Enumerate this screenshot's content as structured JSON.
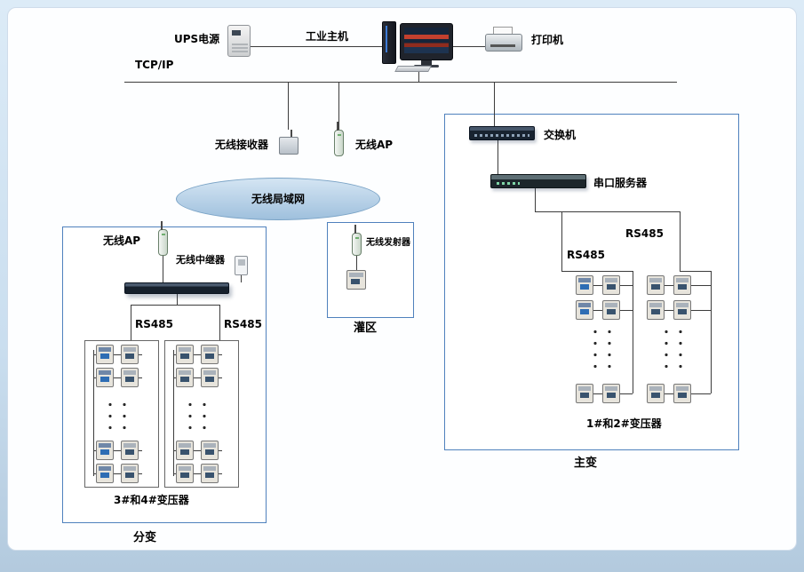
{
  "colors": {
    "background_top": "#dcebf7",
    "background_bottom": "#b3cade",
    "panel": "#fdfeff",
    "box_border": "#4f81bd",
    "ellipse_fill": "#9fc0dd",
    "line": "#3c3c3c"
  },
  "top_row": {
    "ups_label": "UPS电源",
    "host_label": "工业主机",
    "printer_label": "打印机",
    "tcpip_label": "TCP/IP"
  },
  "wireless": {
    "receiver_label": "无线接收器",
    "ap_label": "无线AP",
    "lan_label": "无线局域网"
  },
  "left_box": {
    "ap_label": "无线AP",
    "repeater_label": "无线中继器",
    "rs485_left": "RS485",
    "rs485_right": "RS485",
    "transformers_label": "3#和4#变压器",
    "caption": "分变"
  },
  "middle_box": {
    "transmitter_label": "无线发射器",
    "caption": "灌区"
  },
  "right_box": {
    "switch_label": "交换机",
    "serial_server_label": "串口服务器",
    "rs485_left": "RS485",
    "rs485_right": "RS485",
    "transformers_label": "1#和2#变压器",
    "caption": "主变"
  }
}
